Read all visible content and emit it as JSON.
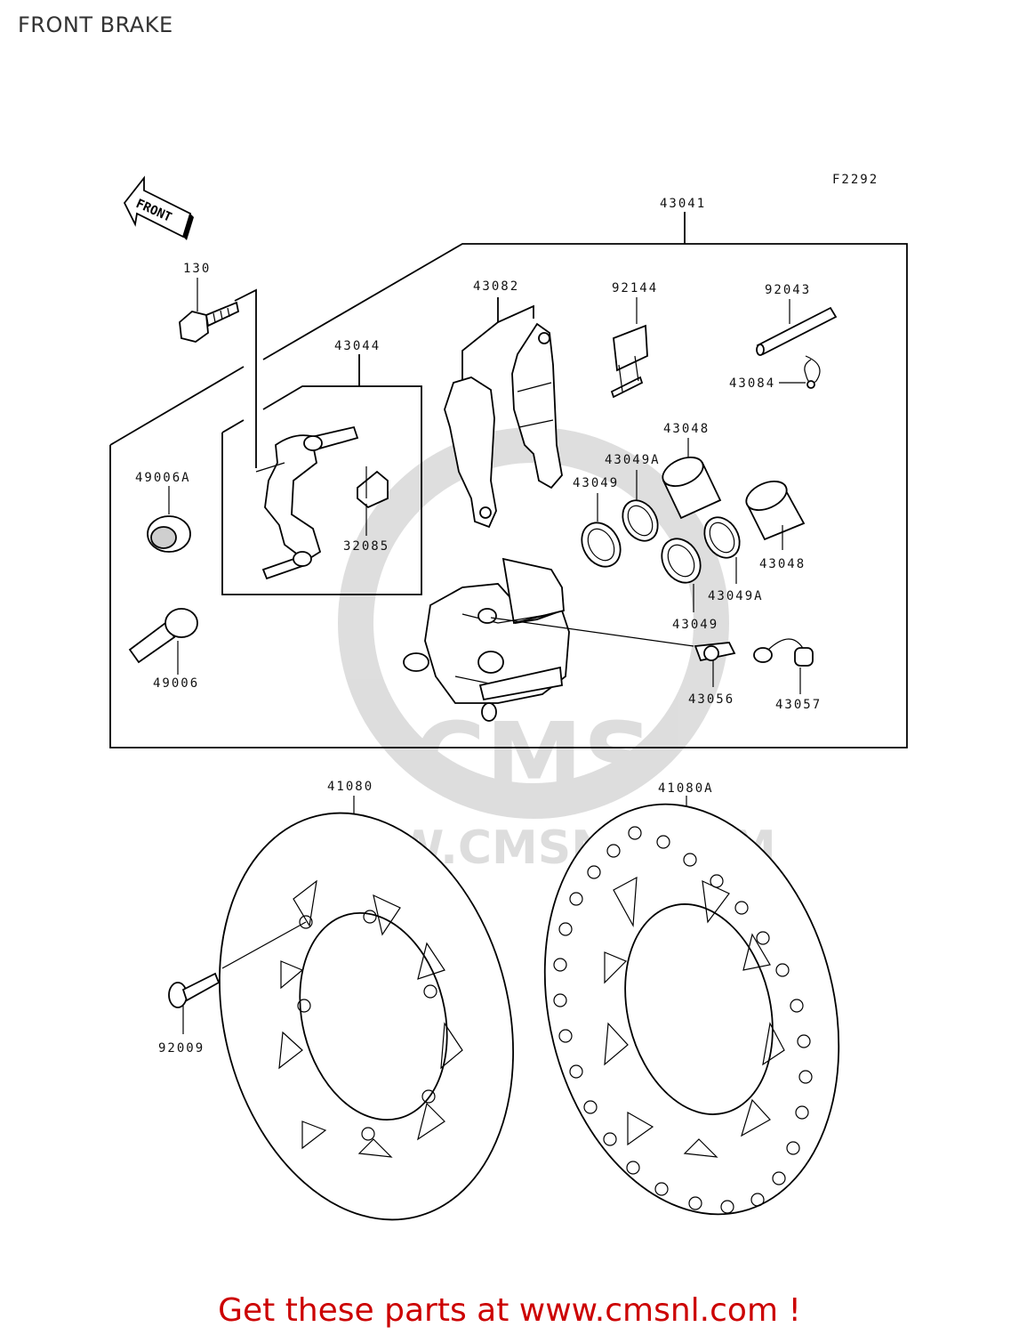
{
  "title": "FRONT BRAKE",
  "figure_code": "F2292",
  "direction_label": "FRONT",
  "watermark": {
    "brand": "CMS",
    "url": "WWW.CMSNL.COM"
  },
  "footer": {
    "text": "Get these parts at www.cmsnl.com !",
    "color": "#cc0000"
  },
  "part_labels": {
    "p43041": "43041",
    "p130": "130",
    "p43082": "43082",
    "p92144": "92144",
    "p92043": "92043",
    "p43084": "43084",
    "p43044": "43044",
    "p49006A": "49006A",
    "p43048a": "43048",
    "p43049Aa": "43049A",
    "p43049a": "43049",
    "p32085": "32085",
    "p43048b": "43048",
    "p43049Ab": "43049A",
    "p43049b": "43049",
    "p49006": "49006",
    "p43056": "43056",
    "p43057": "43057",
    "p41080": "41080",
    "p41080A": "41080A",
    "p92009": "92009"
  }
}
